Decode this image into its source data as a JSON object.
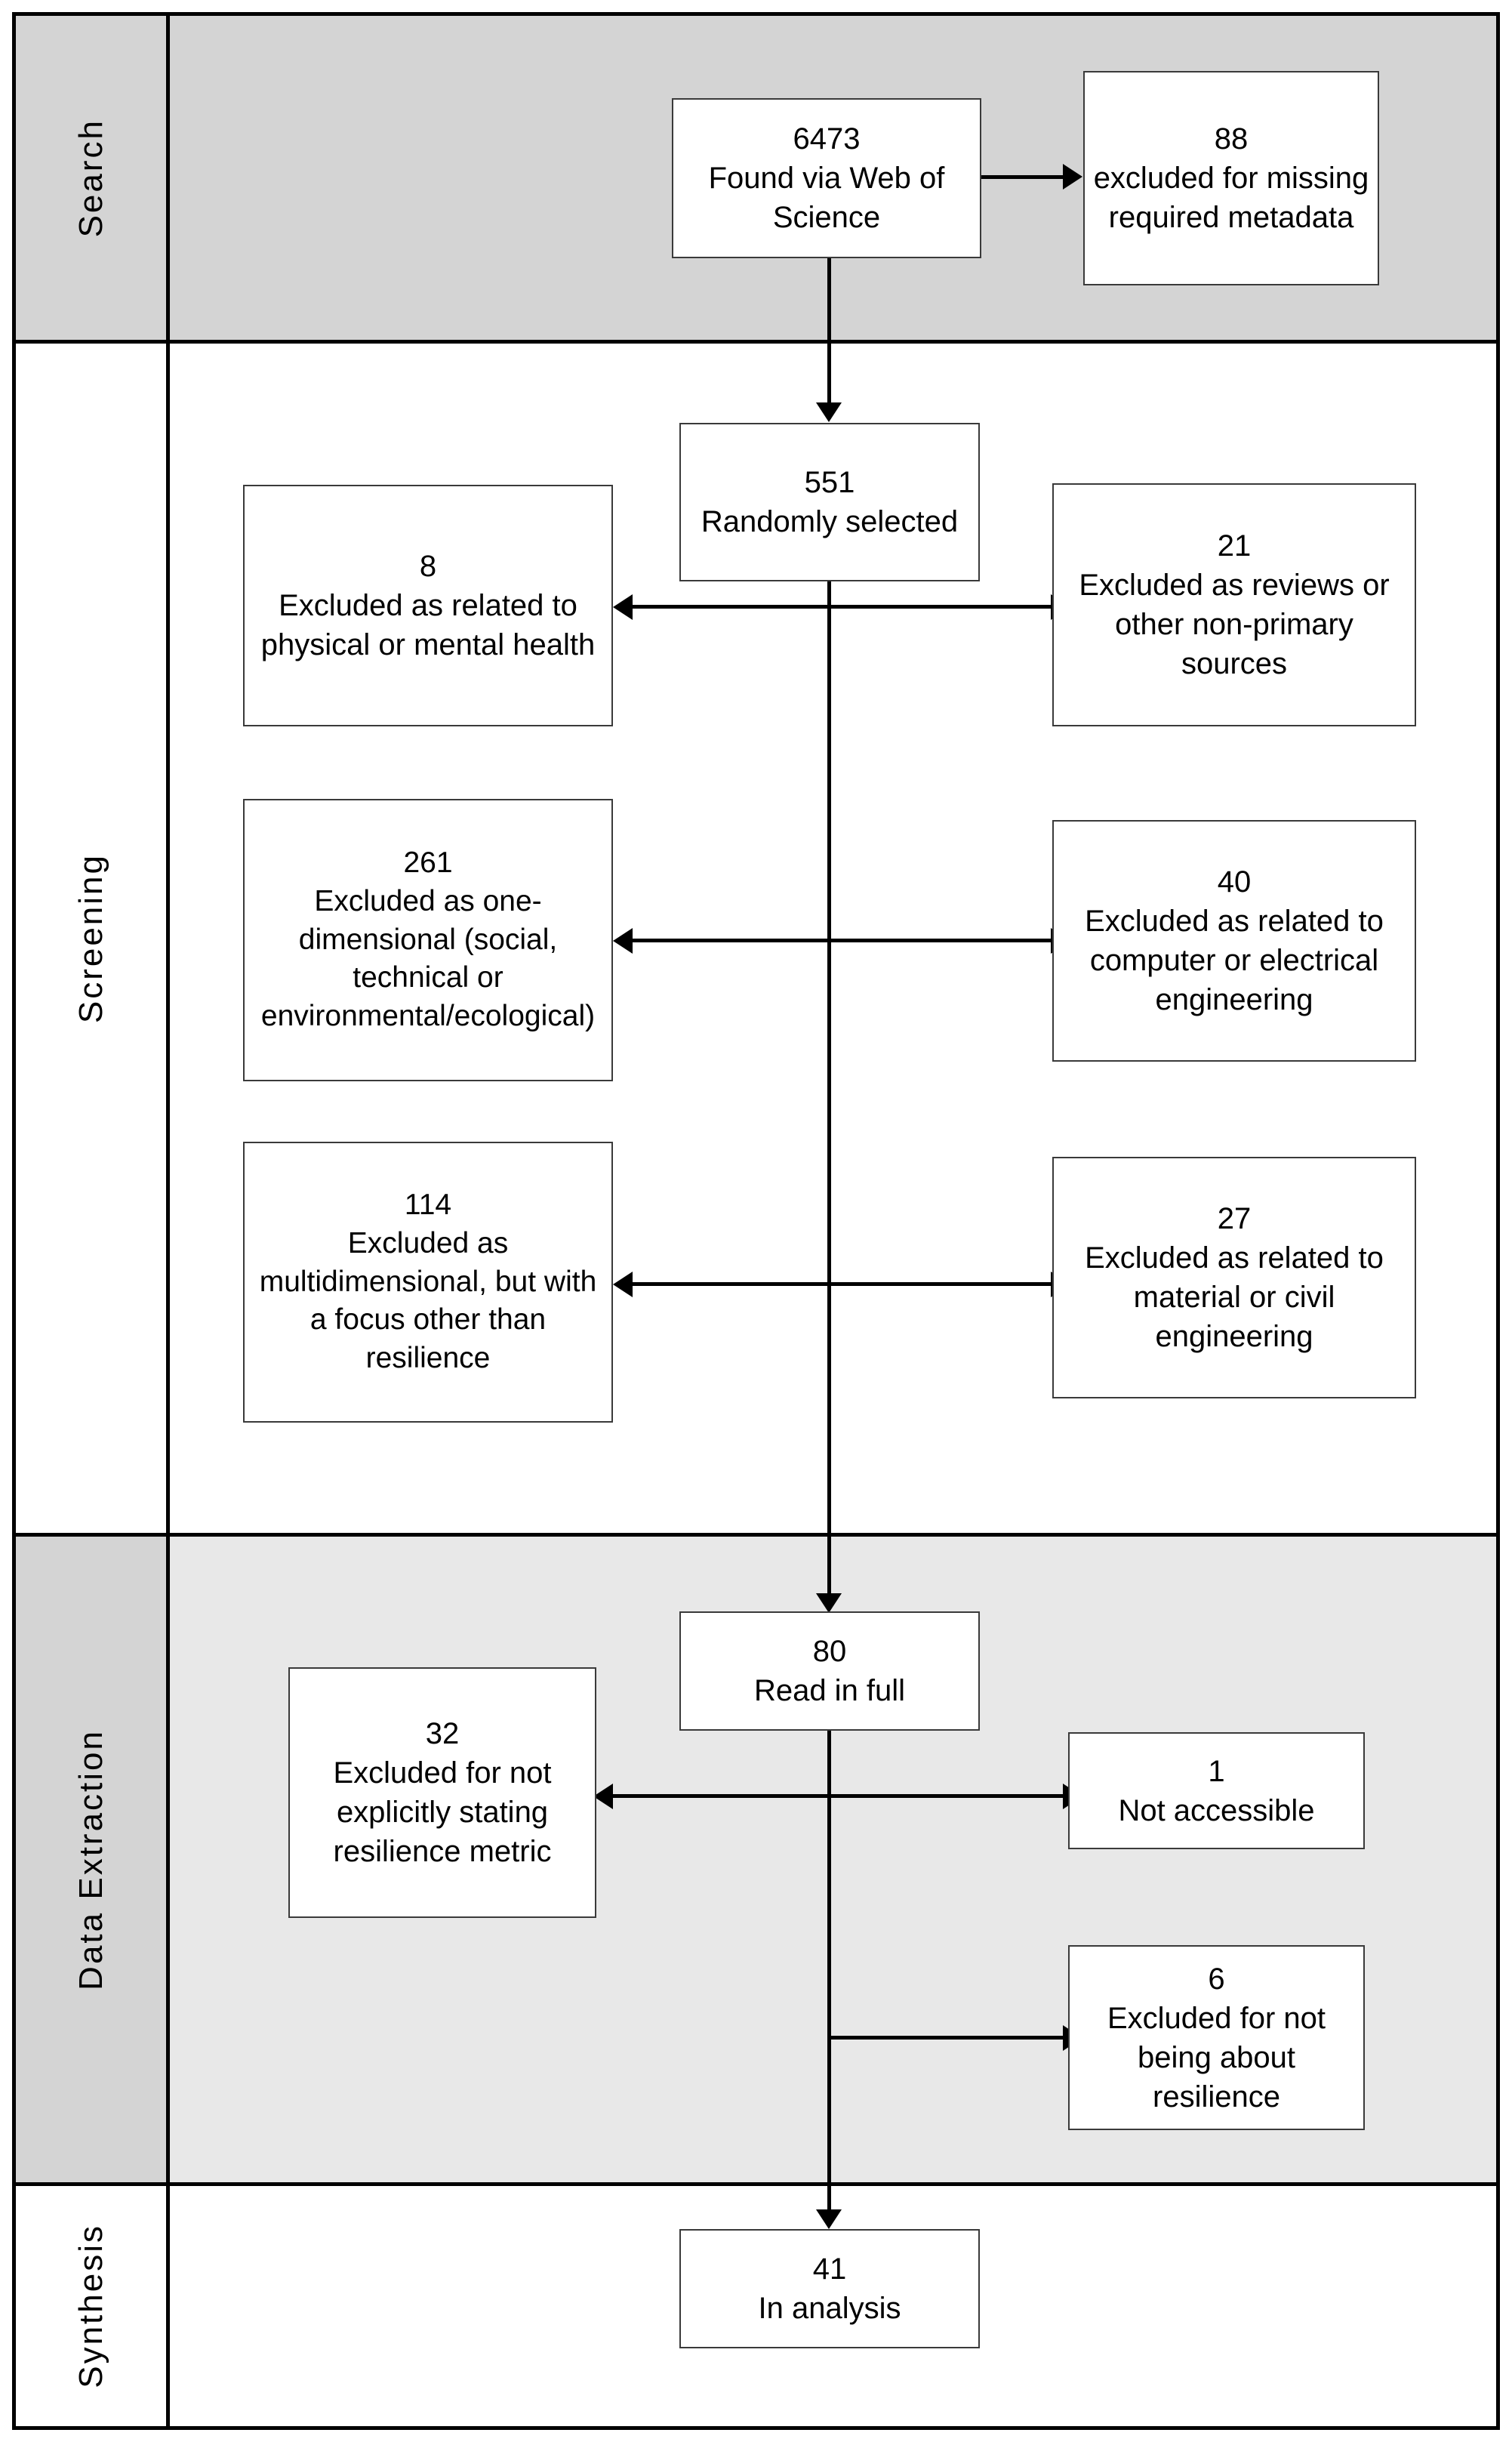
{
  "diagram": {
    "type": "prisma-flow-diagram",
    "colors": {
      "search_band": "#d4d4d4",
      "screening_band": "#ffffff",
      "data_extraction_band": "#e8e8e8",
      "data_extraction_label_cell": "#d4d4d4",
      "synthesis_band": "#ffffff",
      "node_fill": "#ffffff",
      "node_border": "#3a3a3a",
      "line": "#000000"
    },
    "stages": [
      {
        "id": "search",
        "label": "Search"
      },
      {
        "id": "screening",
        "label": "Screening"
      },
      {
        "id": "data_extraction",
        "label": "Data Extraction"
      },
      {
        "id": "synthesis",
        "label": "Synthesis"
      }
    ],
    "nodes": {
      "found": {
        "count": "6473",
        "text": "Found via Web of Science",
        "stage": "search",
        "column": "center"
      },
      "missing_metadata": {
        "count": "88",
        "text": "excluded for missing required metadata",
        "stage": "search",
        "column": "right"
      },
      "randomly_selected": {
        "count": "551",
        "text": "Randomly selected",
        "stage": "screening",
        "column": "center"
      },
      "excl_health": {
        "count": "8",
        "text": "Excluded as related to physical or mental health",
        "stage": "screening",
        "column": "left"
      },
      "excl_reviews": {
        "count": "21",
        "text": "Excluded as reviews or other non-primary sources",
        "stage": "screening",
        "column": "right"
      },
      "excl_onedim": {
        "count": "261",
        "text": "Excluded as one-dimensional (social, technical or environmental/ecological)",
        "stage": "screening",
        "column": "left"
      },
      "excl_compelec": {
        "count": "40",
        "text": "Excluded as related to computer or electrical engineering",
        "stage": "screening",
        "column": "right"
      },
      "excl_multidim": {
        "count": "114",
        "text": "Excluded as multidimensional, but with a focus other than resilience",
        "stage": "screening",
        "column": "left"
      },
      "excl_matcivil": {
        "count": "27",
        "text": "Excluded as related to material or civil engineering",
        "stage": "screening",
        "column": "right"
      },
      "read_full": {
        "count": "80",
        "text": "Read in full",
        "stage": "data_extraction",
        "column": "center"
      },
      "excl_nometric": {
        "count": "32",
        "text": "Excluded for not explicitly stating resilience metric",
        "stage": "data_extraction",
        "column": "left"
      },
      "not_accessible": {
        "count": "1",
        "text": "Not accessible",
        "stage": "data_extraction",
        "column": "right"
      },
      "excl_notresilience": {
        "count": "6",
        "text": "Excluded for not being about resilience",
        "stage": "data_extraction",
        "column": "right"
      },
      "in_analysis": {
        "count": "41",
        "text": "In analysis",
        "stage": "synthesis",
        "column": "center"
      }
    },
    "flow_values": {
      "records_found": 6473,
      "excluded_missing_metadata": 88,
      "randomly_selected": 551,
      "excluded_physical_mental_health": 8,
      "excluded_reviews_nonprimary": 21,
      "excluded_one_dimensional": 261,
      "excluded_computer_electrical": 40,
      "excluded_multidimensional_other_focus": 114,
      "excluded_material_civil": 27,
      "read_in_full": 80,
      "excluded_no_resilience_metric": 32,
      "not_accessible": 1,
      "excluded_not_about_resilience": 6,
      "in_analysis": 41
    }
  }
}
